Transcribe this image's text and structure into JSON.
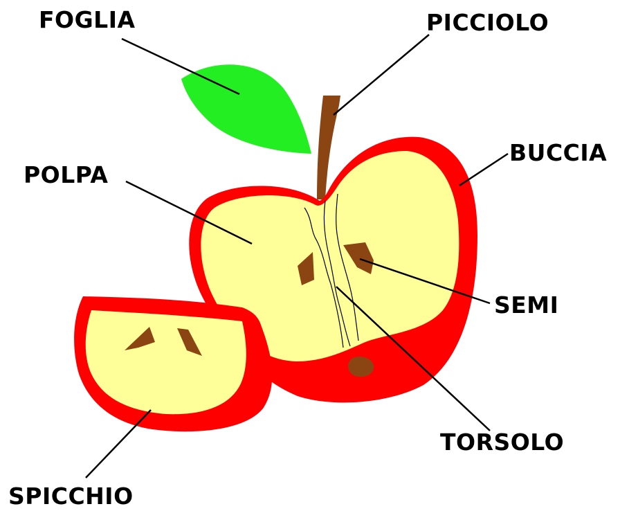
{
  "labels": {
    "foglia": "FOGLIA",
    "picciolo": "PICCIOLO",
    "buccia": "BUCCIA",
    "polpa": "POLPA",
    "semi": "SEMI",
    "torsolo": "TORSOLO",
    "spicchio": "SPICCHIO"
  },
  "colors": {
    "peel": "#ff0000",
    "peel_dark": "#e00000",
    "flesh": "#ffff99",
    "leaf": "#22ee22",
    "stem": "#8b4513",
    "seed": "#8b4513",
    "leader_line": "#000000"
  }
}
